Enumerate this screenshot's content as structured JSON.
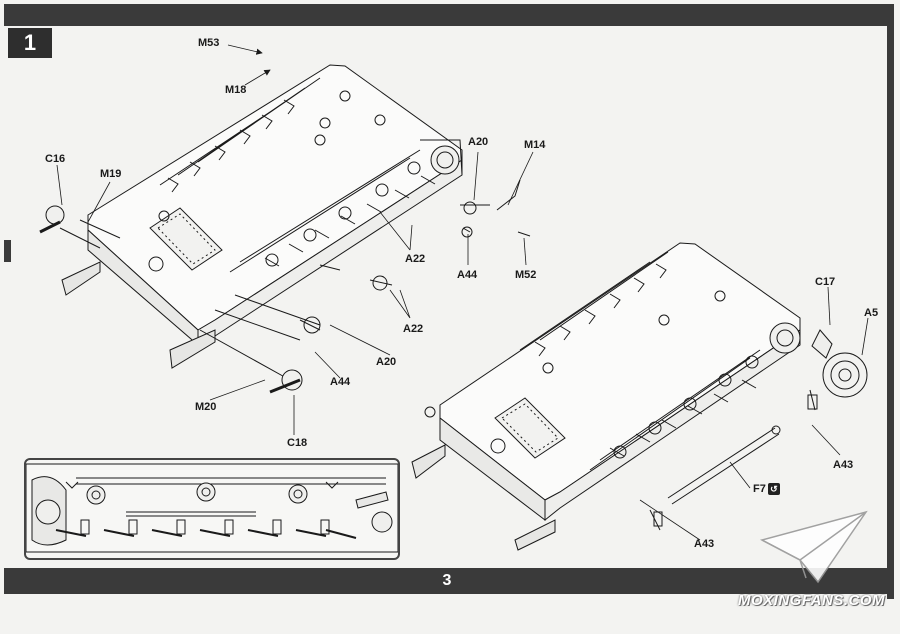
{
  "step_number": "1",
  "page_number": "3",
  "watermark": "MOXINGFANS.COM",
  "labels": {
    "m53": "M53",
    "m18": "M18",
    "c16": "C16",
    "m19": "M19",
    "a20_top": "A20",
    "m14": "M14",
    "a44_top": "A44",
    "m52": "M52",
    "a22_a": "A22",
    "a22_b": "A22",
    "a20_mid": "A20",
    "a44_mid": "A44",
    "m20": "M20",
    "c18": "C18",
    "c17": "C17",
    "a5": "A5",
    "a43_right": "A43",
    "f7": "F7",
    "a43_bottom": "A43"
  },
  "colors": {
    "ink": "#1a1a1a",
    "bars": "#3a3a3a",
    "paper": "#f3f3f1"
  }
}
